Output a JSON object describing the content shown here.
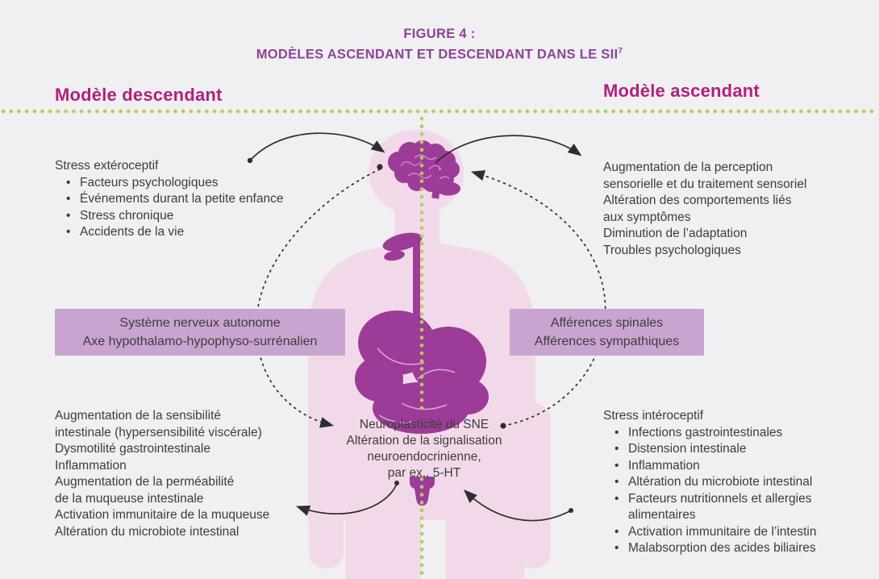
{
  "figure": {
    "title_line1": "FIGURE 4 :",
    "title_line2": "MODÈLES ASCENDANT ET DESCENDANT DANS LE SII",
    "title_ref": "7"
  },
  "headers": {
    "left": "Modèle descendant",
    "right": "Modèle ascendant"
  },
  "left_top": {
    "heading": "Stress extéroceptif",
    "bullets": [
      "Facteurs psychologiques",
      "Événements durant la petite enfance",
      "Stress chronique",
      "Accidents de la vie"
    ]
  },
  "right_top": {
    "lines": [
      "Augmentation de la perception",
      "sensorielle et du traitement sensoriel",
      "Altération des comportements liés",
      "aux symptômes",
      "Diminution de l’adaptation",
      "Troubles psychologiques"
    ]
  },
  "left_box": {
    "line1": "Système nerveux autonome",
    "line2": "Axe hypothalamo-hypophyso-surrénalien"
  },
  "right_box": {
    "line1": "Afférences spinales",
    "line2": "Afférences sympathiques"
  },
  "center_note": {
    "lines": [
      "Neuroplasticité du SNE",
      "Altération de la signalisation",
      "neuroendocrinienne,",
      "par ex., 5-HT"
    ]
  },
  "left_bottom": {
    "lines": [
      "Augmentation de la sensibilité",
      "intestinale (hypersensibilité viscérale)",
      "Dysmotilité gastrointestinale",
      "Inflammation",
      "Augmentation de la perméabilité",
      "de la muqueuse intestinale",
      "Activation immunitaire de la muqueuse",
      "Altération du microbiote intestinal"
    ]
  },
  "right_bottom": {
    "heading": "Stress intéroceptif",
    "bullets": [
      "Infections gastrointestinales",
      "Distension intestinale",
      "Inflammation",
      "Altération du microbiote intestinal",
      "Facteurs nutritionnels et allergies alimentaires",
      "Activation immunitaire de l’intestin",
      "Malabsorption des acides biliaires"
    ]
  },
  "colors": {
    "background": "#f0eff1",
    "title_purple": "#8c4398",
    "header_magenta": "#b0217f",
    "box_background": "#c9a4d0",
    "body_text": "#3d3d3d",
    "silhouette_pink": "#f2d9e9",
    "organ_purple": "#9d3b98",
    "dotted_line_green": "#b7cc55",
    "arrow_black": "#2e2e2e"
  }
}
